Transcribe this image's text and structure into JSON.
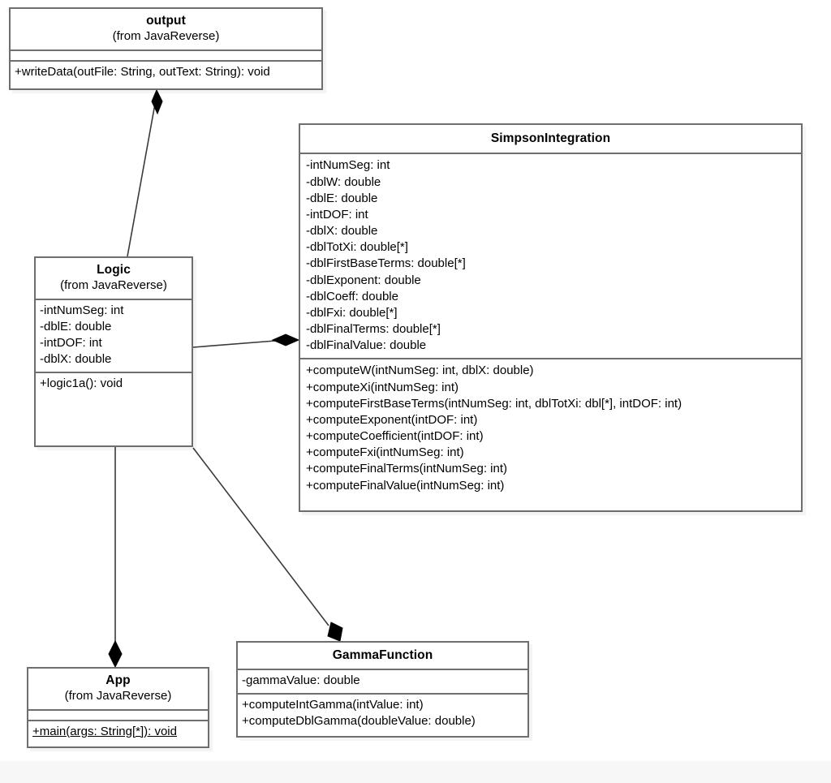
{
  "diagram": {
    "type": "uml-class-diagram",
    "title": "JavaReverse class diagram"
  },
  "classes": [
    {
      "id": "output",
      "name": "output",
      "package": "(from JavaReverse)",
      "attributes": [],
      "methods": [
        {
          "text": "+writeData(outFile: String, outText: String): void",
          "static": false
        }
      ]
    },
    {
      "id": "simpson",
      "name": "SimpsonIntegration",
      "package": "",
      "attributes": [
        "-intNumSeg: int",
        "-dblW: double",
        "-dblE: double",
        "-intDOF: int",
        "-dblX: double",
        "-dblTotXi: double[*]",
        "-dblFirstBaseTerms: double[*]",
        "-dblExponent: double",
        "-dblCoeff: double",
        "-dblFxi: double[*]",
        "-dblFinalTerms: double[*]",
        "-dblFinalValue: double"
      ],
      "methods": [
        {
          "text": "+computeW(intNumSeg: int, dblX: double)",
          "static": false
        },
        {
          "text": "+computeXi(intNumSeg: int)",
          "static": false
        },
        {
          "text": "+computeFirstBaseTerms(intNumSeg: int, dblTotXi: dbl[*], intDOF: int)",
          "static": false
        },
        {
          "text": "+computeExponent(intDOF: int)",
          "static": false
        },
        {
          "text": "+computeCoefficient(intDOF: int)",
          "static": false
        },
        {
          "text": "+computeFxi(intNumSeg: int)",
          "static": false
        },
        {
          "text": "+computeFinalTerms(intNumSeg: int)",
          "static": false
        },
        {
          "text": "+computeFinalValue(intNumSeg: int)",
          "static": false
        }
      ]
    },
    {
      "id": "logic",
      "name": "Logic",
      "package": "(from JavaReverse)",
      "attributes": [
        "-intNumSeg: int",
        "-dblE: double",
        "-intDOF: int",
        "-dblX: double"
      ],
      "methods": [
        {
          "text": "+logic1a(): void",
          "static": false
        }
      ]
    },
    {
      "id": "gamma",
      "name": "GammaFunction",
      "package": "",
      "attributes": [
        "-gammaValue: double"
      ],
      "methods": [
        {
          "text": "+computeIntGamma(intValue: int)",
          "static": false
        },
        {
          "text": "+computeDblGamma(doubleValue: double)",
          "static": false
        }
      ]
    },
    {
      "id": "app",
      "name": "App",
      "package": "(from JavaReverse)",
      "attributes": [],
      "methods": [
        {
          "text": "+main(args: String[*]): void",
          "static": true
        }
      ]
    }
  ],
  "relationships": [
    {
      "id": "logic-output",
      "kind": "composition",
      "from": "logic",
      "to": "output",
      "diamond_at": "output"
    },
    {
      "id": "logic-simpson",
      "kind": "composition",
      "from": "logic",
      "to": "simpson",
      "diamond_at": "simpson"
    },
    {
      "id": "logic-app",
      "kind": "composition",
      "from": "logic",
      "to": "app",
      "diamond_at": "app"
    },
    {
      "id": "logic-gamma",
      "kind": "composition",
      "from": "logic",
      "to": "gamma",
      "diamond_at": "gamma"
    }
  ],
  "colors": {
    "border": "#6e6e6e",
    "line": "#3a3a3a",
    "diamond": "#000000",
    "background": "#ffffff",
    "band": "#f7f7f7"
  }
}
